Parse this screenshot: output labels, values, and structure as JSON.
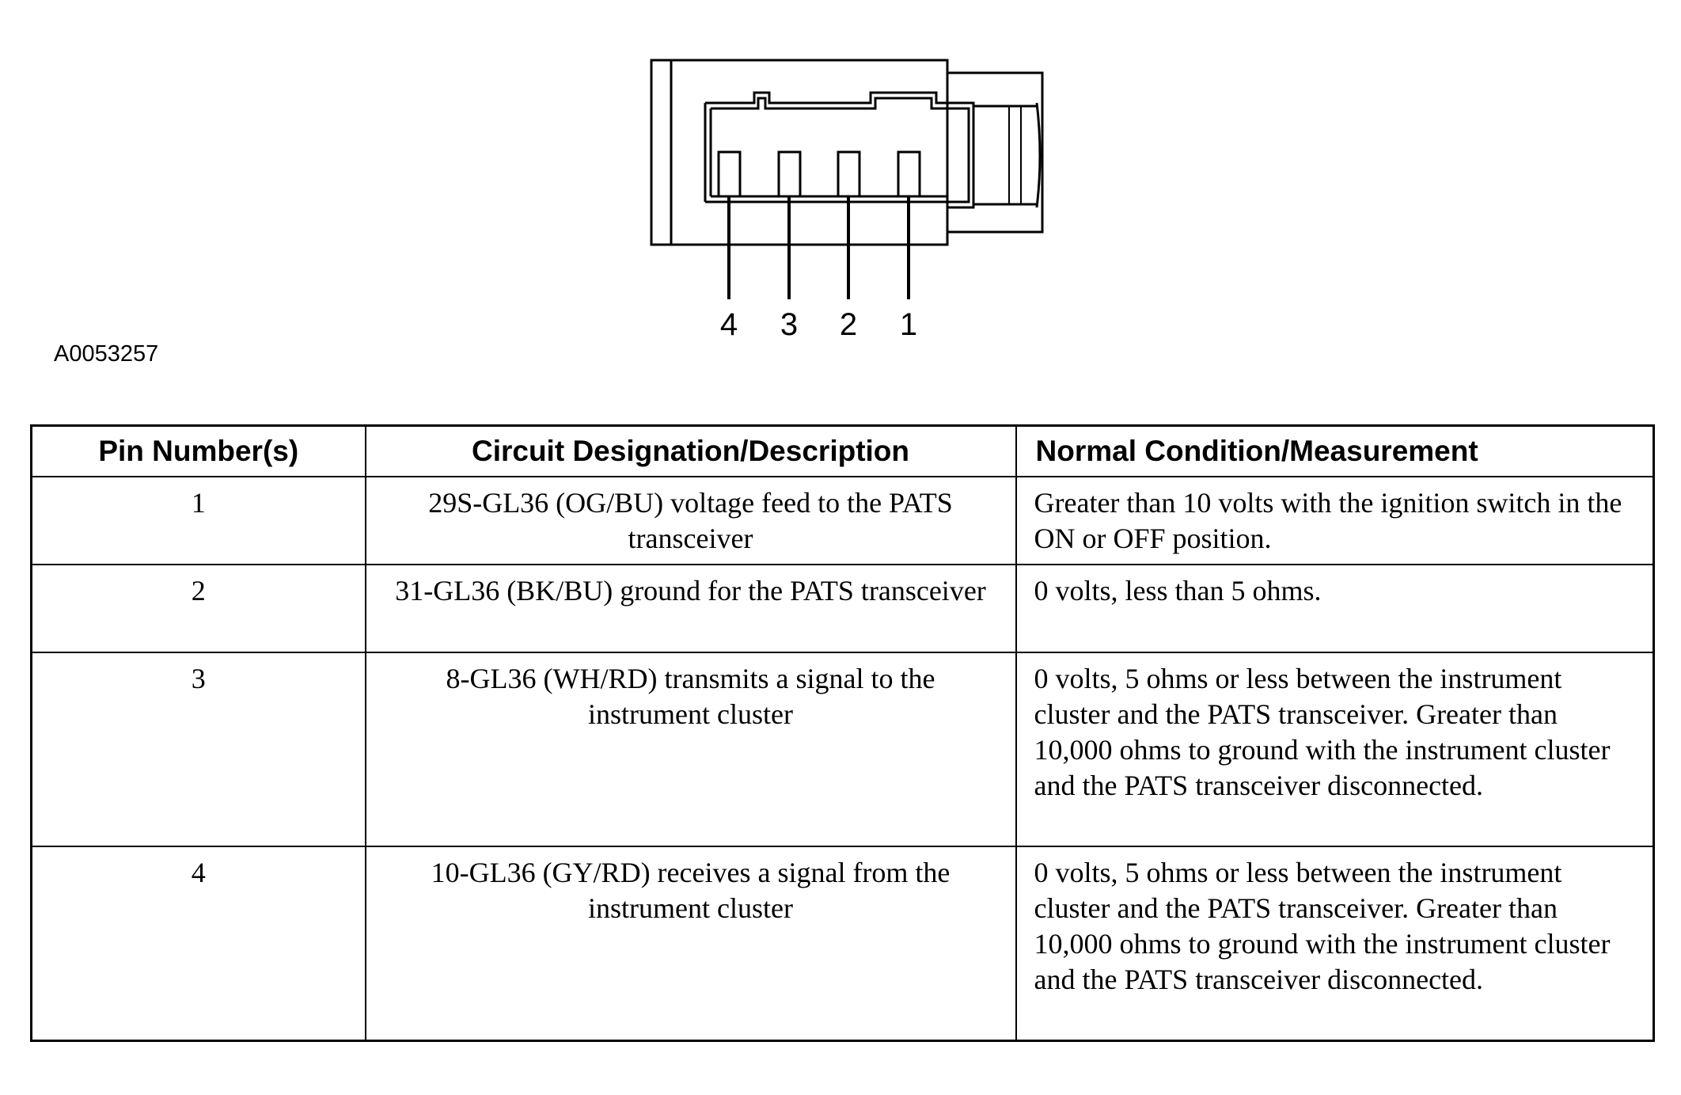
{
  "figure_id": "A0053257",
  "connector": {
    "pin_labels": [
      "4",
      "3",
      "2",
      "1"
    ]
  },
  "table": {
    "headers": {
      "pin": "Pin Number(s)",
      "circuit": "Circuit Designation/Description",
      "measurement": "Normal Condition/Measurement"
    },
    "rows": [
      {
        "pin": "1",
        "circuit": "29S-GL36 (OG/BU) voltage feed to the PATS transceiver",
        "measurement": "Greater than 10 volts with the ignition switch in the ON or OFF position."
      },
      {
        "pin": "2",
        "circuit": "31-GL36 (BK/BU) ground for the PATS transceiver",
        "measurement": "0 volts, less than 5 ohms."
      },
      {
        "pin": "3",
        "circuit": "8-GL36 (WH/RD) transmits a signal to the instrument cluster",
        "measurement": "0 volts, 5 ohms or less between the instrument cluster and the PATS transceiver. Greater than 10,000 ohms to ground with the instrument cluster and the PATS transceiver disconnected."
      },
      {
        "pin": "4",
        "circuit": "10-GL36 (GY/RD) receives a signal from the instrument cluster",
        "measurement": "0 volts, 5 ohms or less between the instrument cluster and the PATS transceiver. Greater than 10,000 ohms to ground with the instrument cluster and the PATS transceiver disconnected."
      }
    ]
  }
}
